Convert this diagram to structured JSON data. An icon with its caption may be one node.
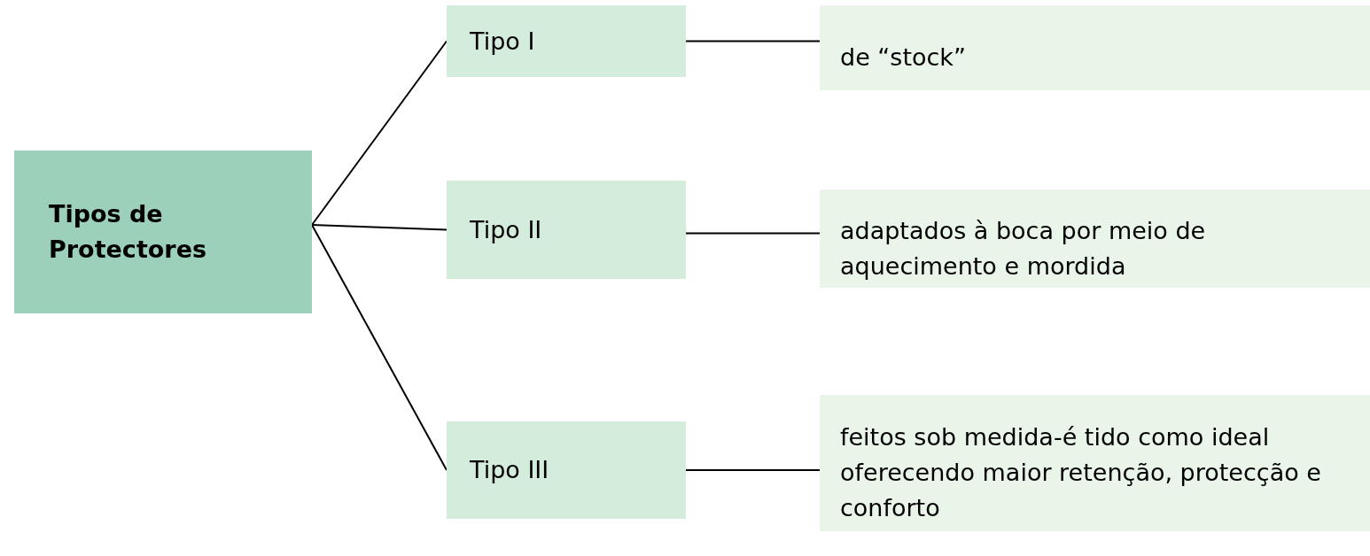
{
  "diagram": {
    "nodes": [
      {
        "text": [
          "Tipos de Protectores"
        ]
      },
      {
        "text": [
          "Tipo I"
        ]
      },
      {
        "text": [
          "Tipo II"
        ]
      },
      {
        "text": [
          "Tipo III"
        ]
      },
      {
        "text": [
          "de “stock”"
        ]
      },
      {
        "text": [
          "adaptados à boca por meio de aquecimento e mordida"
        ]
      },
      {
        "text": [
          "feitos sob medida-é tido como ideal oferecendo maior retenção, protecção e conforto"
        ]
      }
    ],
    "edges": [
      {
        "from": 0,
        "to": 1,
        "arrow": "none"
      },
      {
        "from": 0,
        "to": 2,
        "arrow": "none"
      },
      {
        "from": 0,
        "to": 3,
        "arrow": "none"
      },
      {
        "from": 1,
        "to": 4,
        "arrow": "none"
      },
      {
        "from": 2,
        "to": 5,
        "arrow": "none"
      },
      {
        "from": 3,
        "to": 6,
        "arrow": "none"
      }
    ]
  }
}
